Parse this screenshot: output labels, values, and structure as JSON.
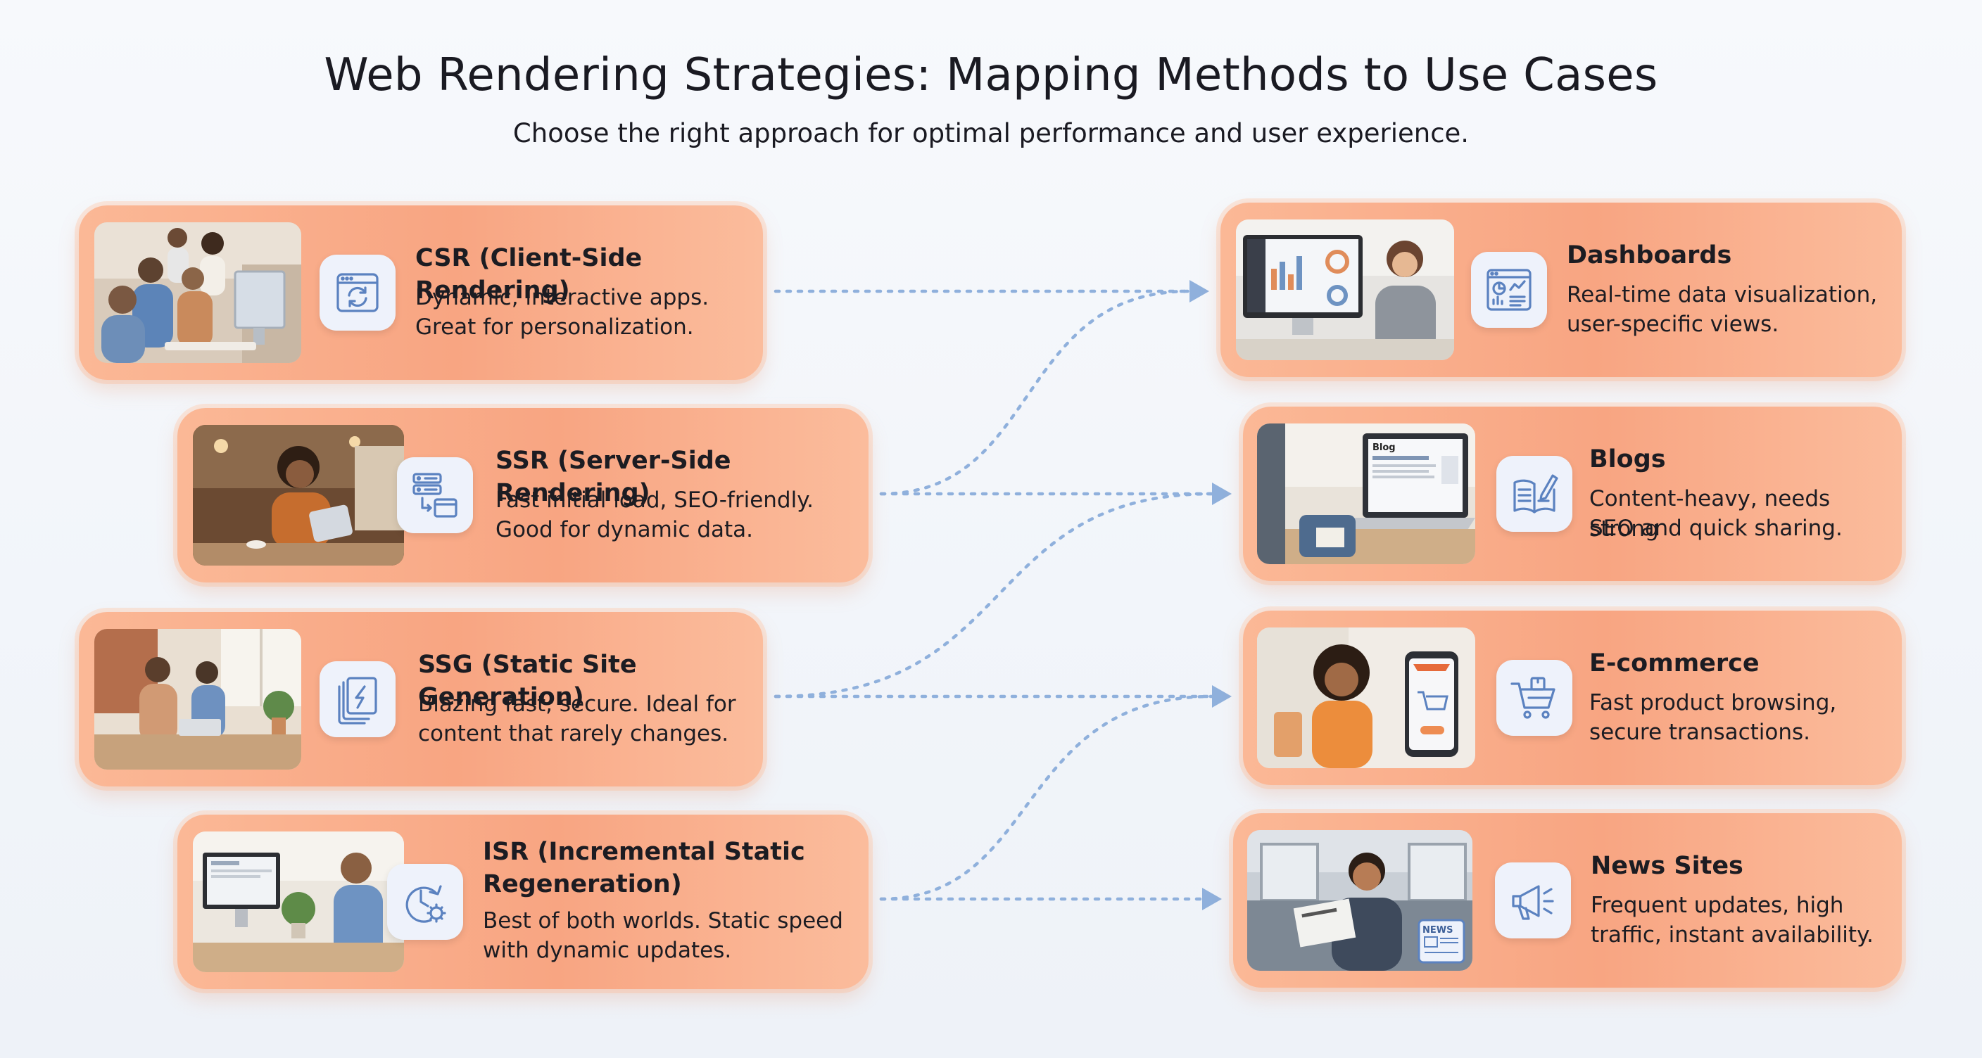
{
  "header": {
    "title": "Web Rendering Strategies: Mapping Methods to Use Cases",
    "subtitle": "Choose the right approach for optimal performance and user experience."
  },
  "methods": [
    {
      "title": "CSR (Client-Side Rendering)",
      "desc_line1": "Dynamic, interactive apps.",
      "desc_line2": "Great for personalization.",
      "icon": "refresh-window-icon"
    },
    {
      "title": "SSR (Server-Side Rendering)",
      "desc_line1": "Fast initial load, SEO-friendly.",
      "desc_line2": "Good for dynamic data.",
      "icon": "server-icon"
    },
    {
      "title": "SSG (Static Site Generation)",
      "desc_line1": "Blazing fast, secure. Ideal for",
      "desc_line2": "content that rarely changes.",
      "icon": "stacked-pages-bolt-icon"
    },
    {
      "title_line1": "ISR (Incremental Static",
      "title_line2": "Regeneration)",
      "desc_line1": "Best of both worlds. Static speed",
      "desc_line2": "with dynamic updates.",
      "icon": "clock-gear-icon"
    }
  ],
  "use_cases": [
    {
      "title": "Dashboards",
      "desc_line1": "Real-time data visualization,",
      "desc_line2": "user-specific views.",
      "icon": "dashboard-icon"
    },
    {
      "title": "Blogs",
      "desc_line1": "Content-heavy, needs strong",
      "desc_line2": "SEO and quick sharing.",
      "icon": "open-book-pen-icon"
    },
    {
      "title": "E-commerce",
      "desc_line1": "Fast product browsing,",
      "desc_line2": "secure transactions.",
      "icon": "shopping-cart-icon"
    },
    {
      "title": "News Sites",
      "desc_line1": "Frequent updates, high",
      "desc_line2": "traffic, instant availability.",
      "icon": "megaphone-icon"
    }
  ],
  "photo_labels": {
    "blog_screen": "Blog",
    "news_badge": "NEWS"
  },
  "colors": {
    "card_fill": "#f8a582",
    "connector": "#8fb0dc",
    "icon_stroke": "#5b82c0"
  }
}
